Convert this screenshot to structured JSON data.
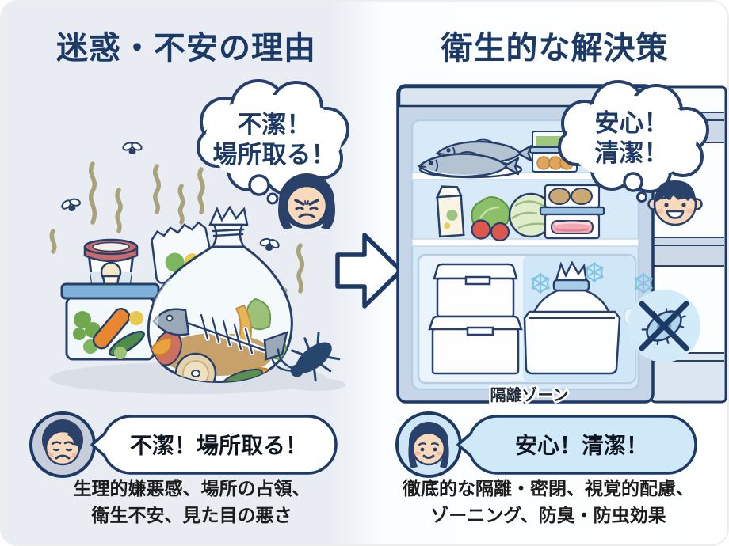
{
  "left": {
    "title": "迷惑・不安の理由",
    "thought": {
      "line1": "不潔！",
      "line2": "場所取る！"
    },
    "speech": "不潔！場所取る！",
    "caption_line1": "生理的嫌悪感、場所の占領、",
    "caption_line2": "衛生不安、見た目の悪さ"
  },
  "right": {
    "title": "衛生的な解決策",
    "thought": {
      "line1": "安心！",
      "line2": "清潔！"
    },
    "zone_label": "隔離ゾーン",
    "speech": "安心！清潔！",
    "caption_line1": "徹底的な隔離・密閉、視覚的配慮、",
    "caption_line2": "ゾーニング、防臭・防虫効果"
  },
  "icons": {
    "transform_arrow": "➡",
    "fly": "fly silhouette",
    "cockroach": "cockroach silhouette",
    "stink_line": "〜 odor wiggle",
    "snowflake": "❄",
    "no_germs": "crossed-out germ",
    "fish_skeleton": "fish bones"
  },
  "colors": {
    "title_navy": "#1c3a66",
    "outline_navy": "#27406b",
    "left_bg": "#e9ecf3",
    "right_bg": "#ffffff",
    "bubble_blue": "#cfe9f8",
    "fridge_body": "#c6d5e7",
    "fridge_interior": "#d8eaf8",
    "isolation_zone": "#cfe7f7",
    "snowflake_blue": "#85c4e2",
    "stink_olive": "#a9a37c",
    "caption_black": "#1c1c1c"
  }
}
